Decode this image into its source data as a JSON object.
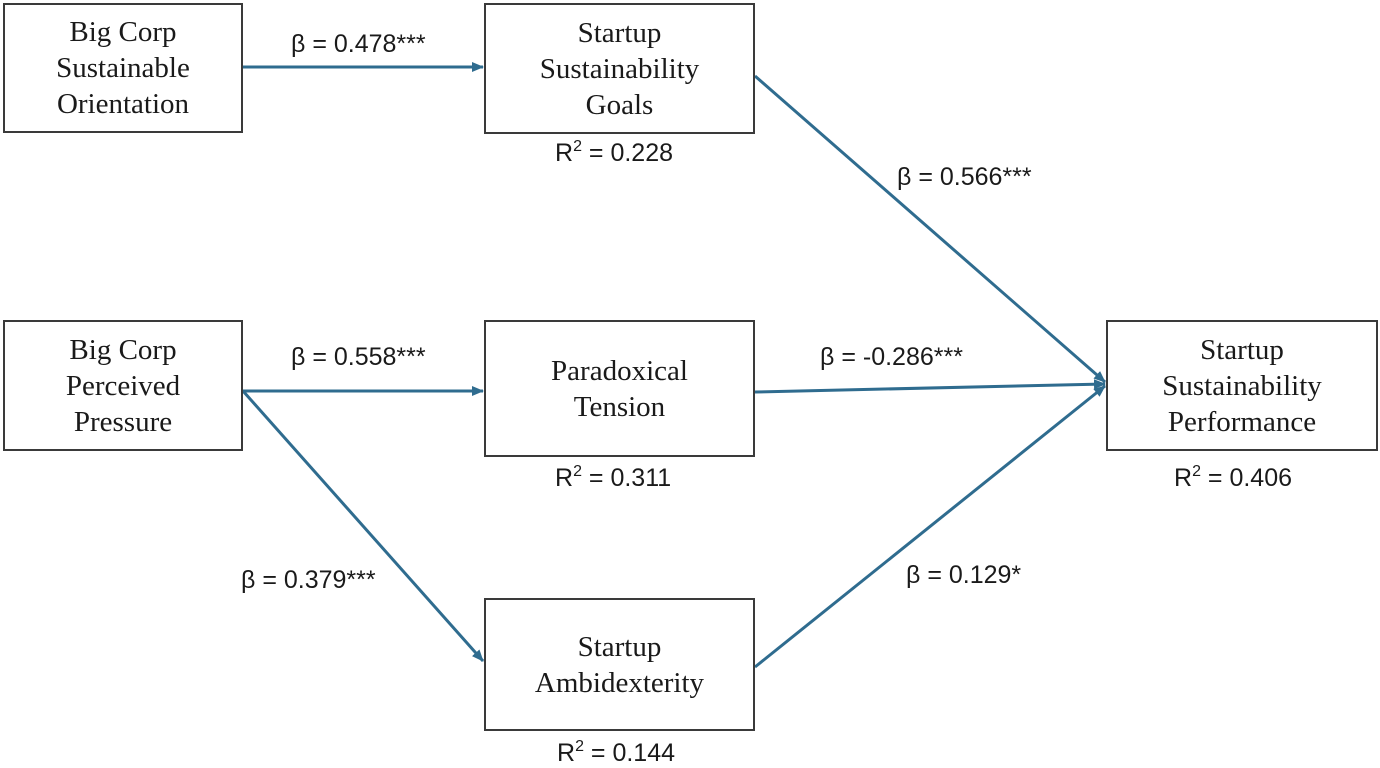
{
  "colors": {
    "arrow": "#2f6c8f",
    "box_border": "#3a3a3a",
    "text": "#1a1a1a"
  },
  "nodes": {
    "big_corp_orientation": {
      "label": "Big Corp\nSustainable\nOrientation"
    },
    "big_corp_pressure": {
      "label": "Big Corp\nPerceived\nPressure"
    },
    "startup_goals": {
      "label": "Startup\nSustainability\nGoals",
      "r2_prefix": "R",
      "r2_sup": "2",
      "r2_value": " = 0.228"
    },
    "paradoxical_tension": {
      "label": "Paradoxical\nTension",
      "r2_prefix": "R",
      "r2_sup": "2",
      "r2_value": " = 0.311"
    },
    "startup_ambidexterity": {
      "label": "Startup\nAmbidexterity",
      "r2_prefix": "R",
      "r2_sup": "2",
      "r2_value": " = 0.144"
    },
    "startup_performance": {
      "label": "Startup\nSustainability\nPerformance",
      "r2_prefix": "R",
      "r2_sup": "2",
      "r2_value": " = 0.406"
    }
  },
  "paths": {
    "orientation_to_goals": {
      "label": "β = 0.478***"
    },
    "pressure_to_tension": {
      "label": "β = 0.558***"
    },
    "pressure_to_ambidexterity": {
      "label": "β = 0.379***"
    },
    "goals_to_performance": {
      "label": "β = 0.566***"
    },
    "tension_to_performance": {
      "label": "β = -0.286***"
    },
    "ambidexterity_to_performance": {
      "label": "β = 0.129*"
    }
  }
}
